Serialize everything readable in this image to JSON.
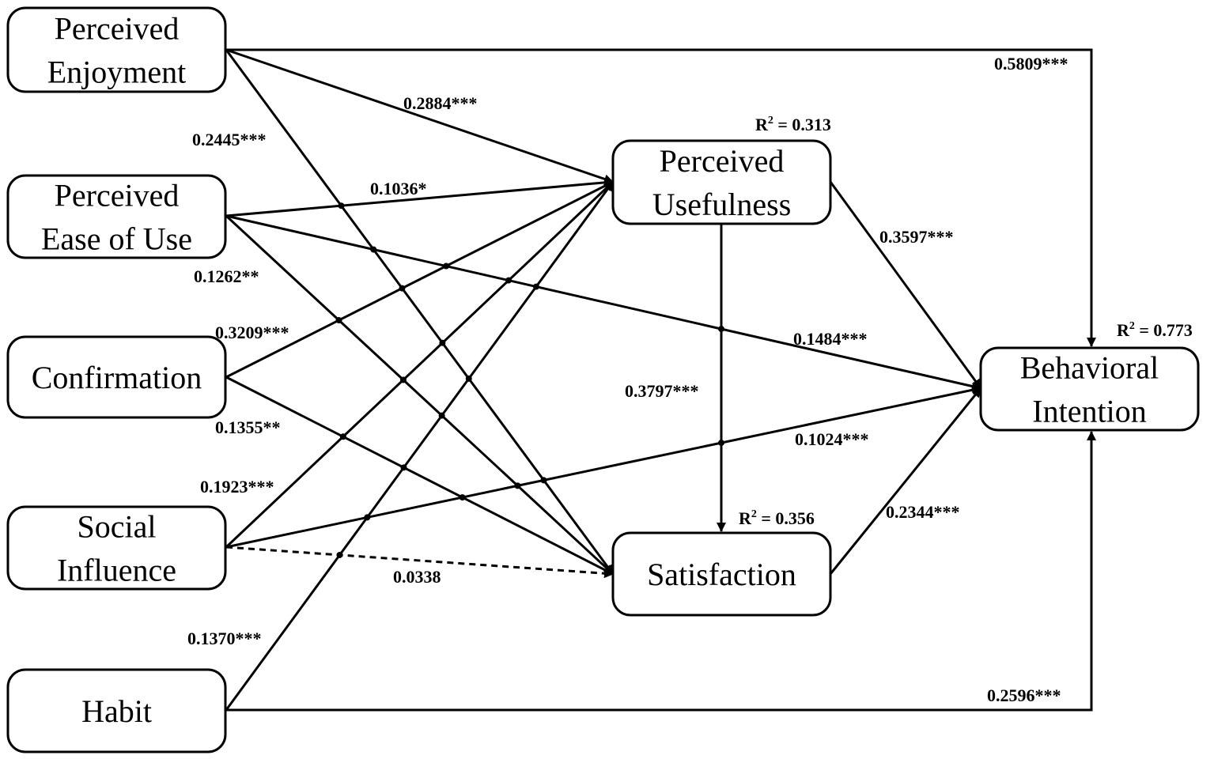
{
  "nodes": {
    "perceived_enjoyment": [
      "Perceived",
      "Enjoyment"
    ],
    "perceived_ease_of_use": [
      "Perceived",
      "Ease of Use"
    ],
    "confirmation": [
      "Confirmation"
    ],
    "social_influence": [
      "Social",
      "Influence"
    ],
    "habit": [
      "Habit"
    ],
    "perceived_usefulness": [
      "Perceived",
      "Usefulness"
    ],
    "satisfaction": [
      "Satisfaction"
    ],
    "behavioral_intention": [
      "Behavioral",
      "Intention"
    ]
  },
  "r_squared": {
    "perceived_usefulness": {
      "prefix": "R",
      "sup": "2",
      "value": " = 0.313"
    },
    "satisfaction": {
      "prefix": "R",
      "sup": "2",
      "value": " = 0.356"
    },
    "behavioral_intention": {
      "prefix": "R",
      "sup": "2",
      "value": " = 0.773"
    }
  },
  "paths": [
    {
      "from": "perceived_enjoyment",
      "to": "behavioral_intention",
      "coef": "0.5809***",
      "dashed": false
    },
    {
      "from": "perceived_enjoyment",
      "to": "perceived_usefulness",
      "coef": "0.2884***",
      "dashed": false
    },
    {
      "from": "perceived_enjoyment",
      "to": "satisfaction",
      "coef": "0.2445***",
      "dashed": false
    },
    {
      "from": "perceived_ease_of_use",
      "to": "perceived_usefulness",
      "coef": "0.1036*",
      "dashed": false
    },
    {
      "from": "perceived_ease_of_use",
      "to": "satisfaction",
      "coef": "0.1262**",
      "dashed": false
    },
    {
      "from": "perceived_ease_of_use",
      "to": "behavioral_intention",
      "coef": "0.1484***",
      "dashed": false
    },
    {
      "from": "confirmation",
      "to": "perceived_usefulness",
      "coef": "0.3209***",
      "dashed": false
    },
    {
      "from": "confirmation",
      "to": "satisfaction",
      "coef": "0.1355**",
      "dashed": false
    },
    {
      "from": "social_influence",
      "to": "perceived_usefulness",
      "coef": "0.1923***",
      "dashed": false
    },
    {
      "from": "social_influence",
      "to": "behavioral_intention",
      "coef": "0.1024***",
      "dashed": false
    },
    {
      "from": "social_influence",
      "to": "satisfaction",
      "coef": "0.0338",
      "dashed": true
    },
    {
      "from": "habit",
      "to": "perceived_usefulness",
      "coef": "0.1370***",
      "dashed": false
    },
    {
      "from": "habit",
      "to": "behavioral_intention",
      "coef": "0.2596***",
      "dashed": false
    },
    {
      "from": "perceived_usefulness",
      "to": "behavioral_intention",
      "coef": "0.3597***",
      "dashed": false
    },
    {
      "from": "perceived_usefulness",
      "to": "satisfaction",
      "coef": "0.3797***",
      "dashed": false
    },
    {
      "from": "satisfaction",
      "to": "behavioral_intention",
      "coef": "0.2344***",
      "dashed": false
    }
  ]
}
